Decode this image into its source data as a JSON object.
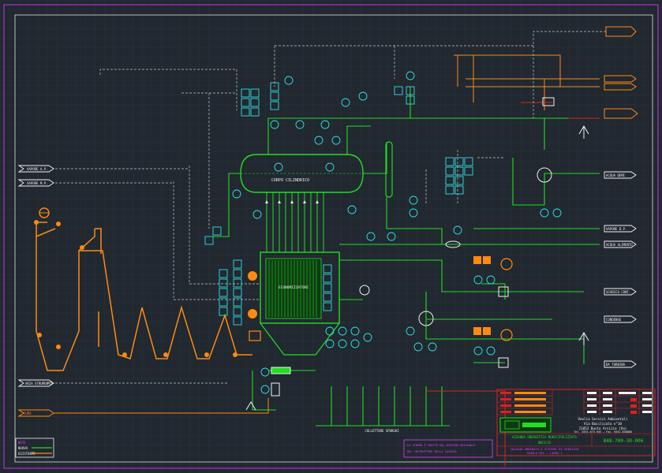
{
  "colors": {
    "background": "#212830",
    "grid": "#2c3540",
    "frame": "#b030d0",
    "pipe": "#22dd22",
    "instrument": "#30e0e0",
    "signal": "#c8c8c8",
    "orange": "#ff8a10",
    "red": "#e02020",
    "white": "#f2f2f2",
    "magenta": "#e040ff"
  },
  "title_block": {
    "company_line1": "Veolia Servizi Ambientali",
    "company_line2": "Via Basilicata n°10",
    "company_line3": "21052 Busto Arsizio (Va)",
    "tel_fax": "Tel. 0331.673.945 — Fax. 0331.638888",
    "client": "AZIENDA ENERGETICA MUNICIPALIZZATA",
    "location": "BRESCIA",
    "plant": "CALDAIA ABBINATA E SISTEMI DI SERVIZIO",
    "section": "TAVOLA P&I — LINEA 1",
    "drawing_number": "B48-700-30-006"
  },
  "pipe_labels": {
    "vapore_alta_pressione": "VAPORE A.P.",
    "vapore_media_pressione": "VAPORE M.P.",
    "vapore_bassa_pressione": "VAPORE B.P.",
    "acqua_alimento": "ACQUA ALIMENTO",
    "acqua_demineralizzata": "ACQUA DEMI",
    "scarico_continuo": "SCARICO CONT.",
    "aria_strumenti": "ARIA STRUMENTI",
    "condense": "CONDENSE",
    "vapore_da_turbina": "DA TURBINA",
    "fumi": "FUMI"
  },
  "drum_label": "CORPO CILINDRICO",
  "economizer_label": "ECONOMIZZATORE",
  "collector_label": "COLLETTORE SPURGHI",
  "legend": {
    "line1": "NOTE",
    "line2": "NUOVO",
    "line3": "ESISTENTE"
  },
  "notes_box": {
    "line1": "LA SCHEMA È TRATTO DAL DISEGNO ORIGINALE",
    "line2": "DEL COSTRUTTORE DELLA CALDAIA"
  }
}
